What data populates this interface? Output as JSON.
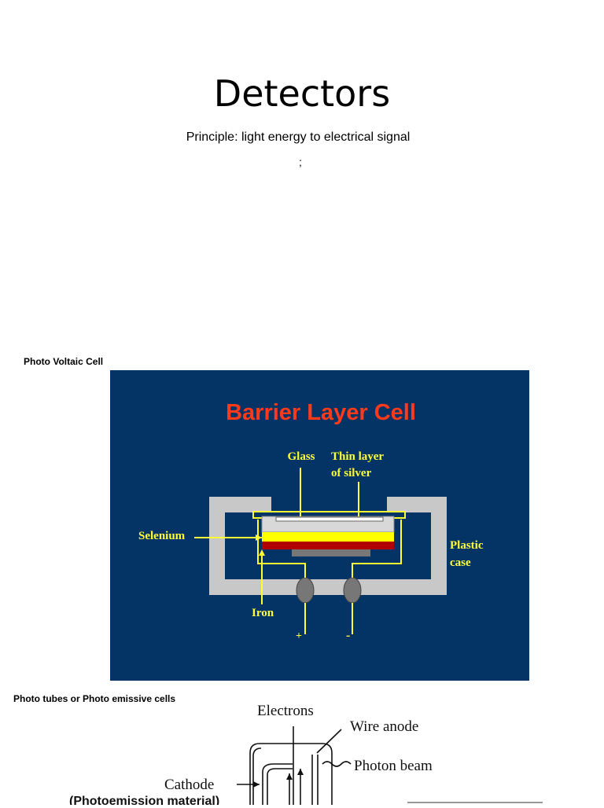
{
  "page": {
    "title": "Detectors",
    "subtitle": "Principle: light energy to electrical signal",
    "separator": ";"
  },
  "figure1": {
    "caption": "Photo Voltaic Cell",
    "title": "Barrier Layer Cell",
    "labels": {
      "glass": "Glass",
      "thin_layer_1": "Thin layer",
      "thin_layer_2": "of silver",
      "selenium": "Selenium",
      "plastic_1": "Plastic",
      "plastic_2": "case",
      "iron": "Iron",
      "plus": "+",
      "minus": "-"
    },
    "colors": {
      "background": "#043466",
      "title": "#ff3a1a",
      "labels": "#ffff33",
      "case": "#c8c8c8",
      "selenium": "#ffff00",
      "iron": "#b00000",
      "silver": "#ffffff"
    }
  },
  "figure2": {
    "caption": "Photo tubes or Photo emissive cells",
    "labels": {
      "electrons": "Electrons",
      "wire_anode": "Wire anode",
      "photon_beam": "Photon beam",
      "cathode": "Cathode",
      "photoemission": "(Photoemission material)"
    }
  }
}
